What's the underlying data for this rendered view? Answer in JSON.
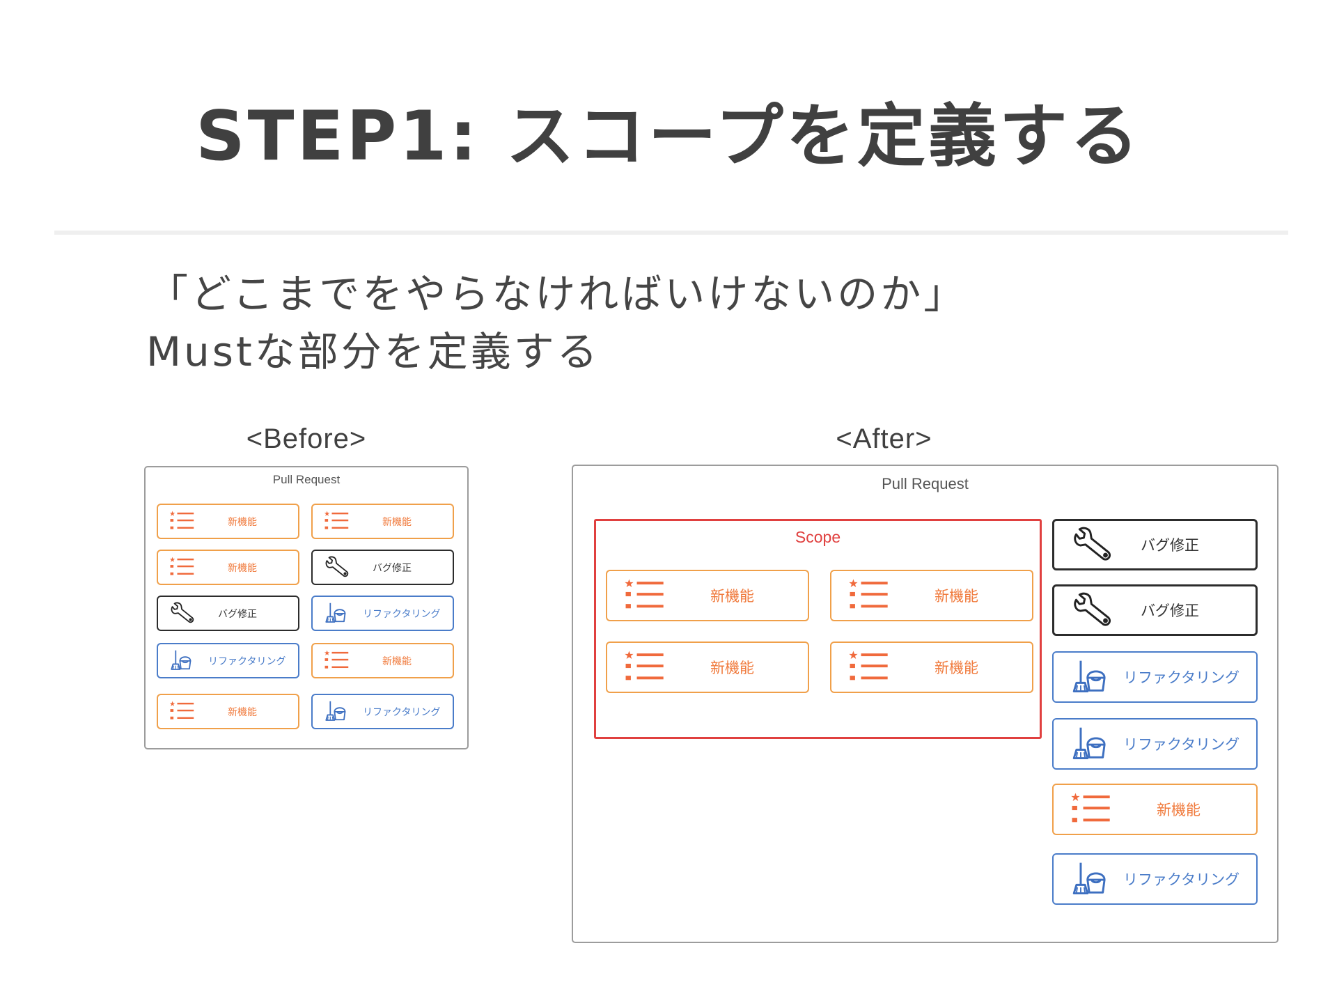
{
  "slide": {
    "title": "STEP1: スコープを定義する",
    "subtitle_line1": "「どこまでをやらなければいけないのか」",
    "subtitle_line2": "Mustな部分を定義する"
  },
  "before": {
    "label": "<Before>",
    "container_label": "Pull Request",
    "cards": [
      {
        "kind": "feature",
        "label": "新機能",
        "icon": "feature-list-icon"
      },
      {
        "kind": "feature",
        "label": "新機能",
        "icon": "feature-list-icon"
      },
      {
        "kind": "feature",
        "label": "新機能",
        "icon": "feature-list-icon"
      },
      {
        "kind": "bug",
        "label": "バグ修正",
        "icon": "wrench-icon"
      },
      {
        "kind": "bug",
        "label": "バグ修正",
        "icon": "wrench-icon"
      },
      {
        "kind": "refactor",
        "label": "リファクタリング",
        "icon": "broom-bucket-icon"
      },
      {
        "kind": "refactor",
        "label": "リファクタリング",
        "icon": "broom-bucket-icon"
      },
      {
        "kind": "feature",
        "label": "新機能",
        "icon": "feature-list-icon"
      },
      {
        "kind": "feature",
        "label": "新機能",
        "icon": "feature-list-icon"
      },
      {
        "kind": "refactor",
        "label": "リファクタリング",
        "icon": "broom-bucket-icon"
      }
    ]
  },
  "after": {
    "label": "<After>",
    "container_label": "Pull Request",
    "scope_label": "Scope",
    "scope_cards": [
      {
        "kind": "feature",
        "label": "新機能",
        "icon": "feature-list-icon"
      },
      {
        "kind": "feature",
        "label": "新機能",
        "icon": "feature-list-icon"
      },
      {
        "kind": "feature",
        "label": "新機能",
        "icon": "feature-list-icon"
      },
      {
        "kind": "feature",
        "label": "新機能",
        "icon": "feature-list-icon"
      }
    ],
    "outside_cards": [
      {
        "kind": "bug",
        "label": "バグ修正",
        "icon": "wrench-icon"
      },
      {
        "kind": "bug",
        "label": "バグ修正",
        "icon": "wrench-icon"
      },
      {
        "kind": "refactor",
        "label": "リファクタリング",
        "icon": "broom-bucket-icon"
      },
      {
        "kind": "refactor",
        "label": "リファクタリング",
        "icon": "broom-bucket-icon"
      },
      {
        "kind": "feature",
        "label": "新機能",
        "icon": "feature-list-icon"
      },
      {
        "kind": "refactor",
        "label": "リファクタリング",
        "icon": "broom-bucket-icon"
      }
    ]
  },
  "colors": {
    "feature_border": "#f0a04a",
    "feature_text": "#f07a3c",
    "bug_border": "#2c2c2c",
    "refactor_border": "#4a7cc9",
    "scope_border": "#e0403f"
  }
}
